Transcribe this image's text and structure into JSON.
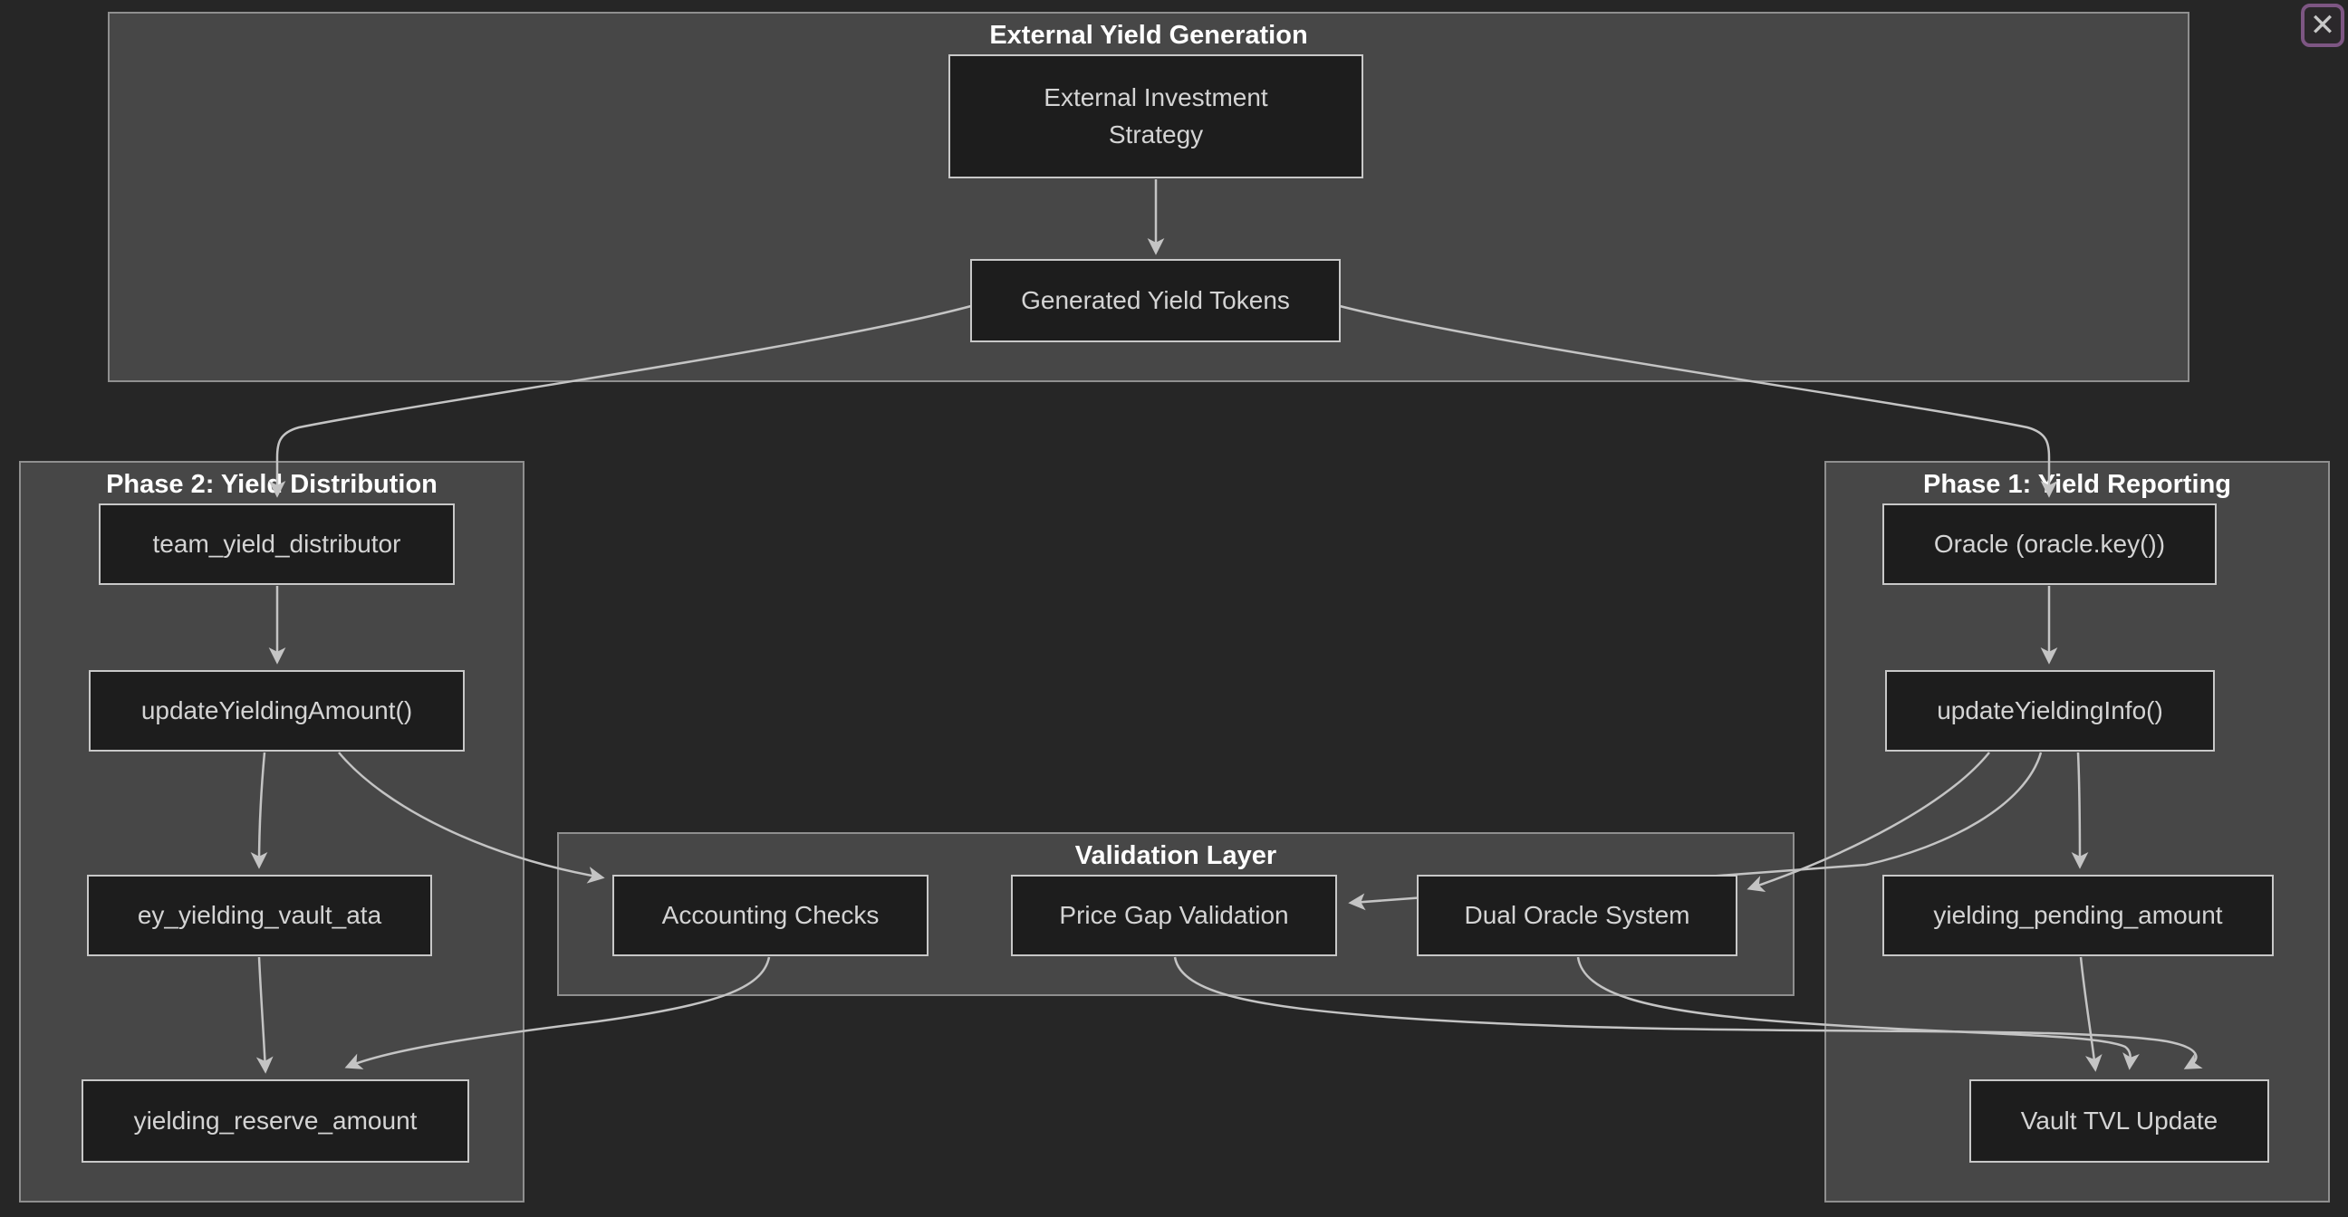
{
  "window": {
    "close_icon_glyph": "✕"
  },
  "diagram": {
    "type": "flowchart",
    "colors": {
      "page_background": "#262626",
      "subgraph_fill": "#474747",
      "subgraph_border": "#8f8f8f",
      "node_fill": "#1d1d1d",
      "node_border": "#c8c8c8",
      "node_text": "#d4d4d4",
      "title_text": "#ffffff",
      "edge": "#c4c4c4",
      "close_button_border": "#7d5683"
    },
    "subgraphs": [
      {
        "id": "external",
        "title": "External Yield Generation"
      },
      {
        "id": "phase2",
        "title": "Phase 2: Yield Distribution"
      },
      {
        "id": "validation",
        "title": "Validation Layer"
      },
      {
        "id": "phase1",
        "title": "Phase 1: Yield Reporting"
      }
    ],
    "nodes": [
      {
        "id": "ext_strategy",
        "label": "External Investment Strategy",
        "subgraph": "external"
      },
      {
        "id": "gyt",
        "label": "Generated Yield Tokens",
        "subgraph": "external"
      },
      {
        "id": "team",
        "label": "team_yield_distributor",
        "subgraph": "phase2"
      },
      {
        "id": "upd_amount",
        "label": "updateYieldingAmount()",
        "subgraph": "phase2"
      },
      {
        "id": "ey_vault",
        "label": "ey_yielding_vault_ata",
        "subgraph": "phase2"
      },
      {
        "id": "reserve",
        "label": "yielding_reserve_amount",
        "subgraph": "phase2"
      },
      {
        "id": "oracle",
        "label": "Oracle (oracle.key())",
        "subgraph": "phase1"
      },
      {
        "id": "upd_info",
        "label": "updateYieldingInfo()",
        "subgraph": "phase1"
      },
      {
        "id": "pending",
        "label": "yielding_pending_amount",
        "subgraph": "phase1"
      },
      {
        "id": "vault_tvl",
        "label": "Vault TVL Update",
        "subgraph": "phase1"
      },
      {
        "id": "acct",
        "label": "Accounting Checks",
        "subgraph": "validation"
      },
      {
        "id": "price_gap",
        "label": "Price Gap Validation",
        "subgraph": "validation"
      },
      {
        "id": "dual_oracle",
        "label": "Dual Oracle System",
        "subgraph": "validation"
      }
    ],
    "edges": [
      {
        "from": "ext_strategy",
        "to": "gyt"
      },
      {
        "from": "gyt",
        "to": "team"
      },
      {
        "from": "gyt",
        "to": "oracle"
      },
      {
        "from": "team",
        "to": "upd_amount"
      },
      {
        "from": "upd_amount",
        "to": "ey_vault"
      },
      {
        "from": "upd_amount",
        "to": "acct"
      },
      {
        "from": "ey_vault",
        "to": "reserve"
      },
      {
        "from": "acct",
        "to": "reserve"
      },
      {
        "from": "oracle",
        "to": "upd_info"
      },
      {
        "from": "upd_info",
        "to": "dual_oracle"
      },
      {
        "from": "upd_info",
        "to": "price_gap"
      },
      {
        "from": "upd_info",
        "to": "pending"
      },
      {
        "from": "pending",
        "to": "vault_tvl"
      },
      {
        "from": "dual_oracle",
        "to": "vault_tvl"
      },
      {
        "from": "price_gap",
        "to": "vault_tvl"
      }
    ]
  }
}
